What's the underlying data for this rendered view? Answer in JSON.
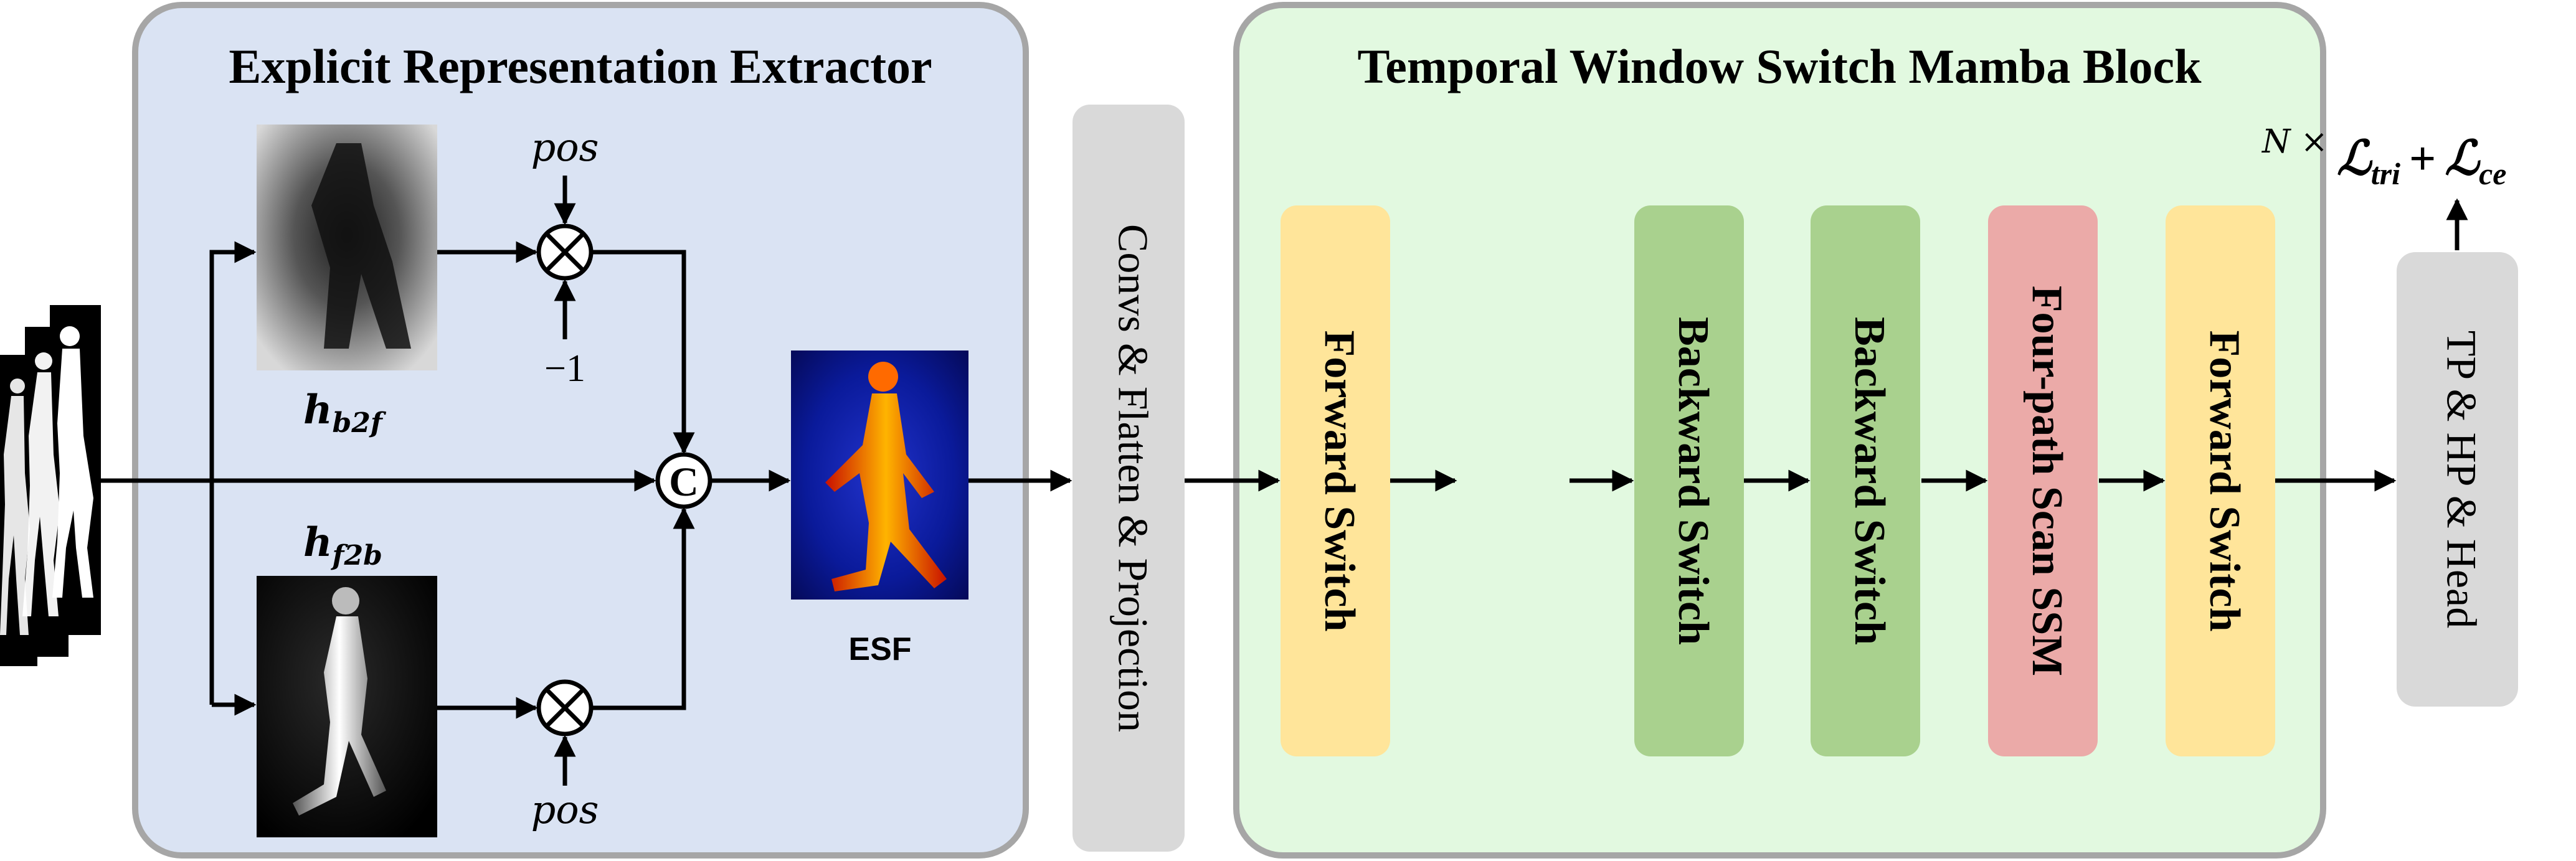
{
  "extractor": {
    "title": "Explicit Representation Extractor",
    "hb2f_label": {
      "base": "h",
      "sub": "b2f"
    },
    "hf2b_label": {
      "base": "h",
      "sub": "f2b"
    },
    "pos_top": "pos",
    "pos_bottom": "pos",
    "minus_one": "−1",
    "concat_symbol": "C",
    "esf_label": "ESF"
  },
  "convs_block": {
    "label": "Convs & Flatten & Projection"
  },
  "mamba": {
    "title": "Temporal Window Switch Mamba Block",
    "repeat": "N ×",
    "blocks": [
      {
        "label": "Forward Switch",
        "color": "#FFE59A"
      },
      {
        "label": "Backward Switch",
        "color": "#A9D18E"
      },
      {
        "label": "Backward Switch",
        "color": "#A9D18E"
      },
      {
        "label": "Four-path Scan SSM",
        "color": "#EBAAA8"
      },
      {
        "label": "Forward Switch",
        "color": "#FFE59A"
      }
    ]
  },
  "head_block": {
    "label": "TP & HP & Head"
  },
  "loss": {
    "l1": "ℒ",
    "s1": "tri",
    "plus": "+",
    "l2": "ℒ",
    "s2": "ce"
  },
  "colors": {
    "extractor_bg": "#DAE3F3",
    "mamba_bg": "#E2F9E0",
    "gray_block": "#D9D9D9",
    "panel_border": "#A6A6A6"
  }
}
